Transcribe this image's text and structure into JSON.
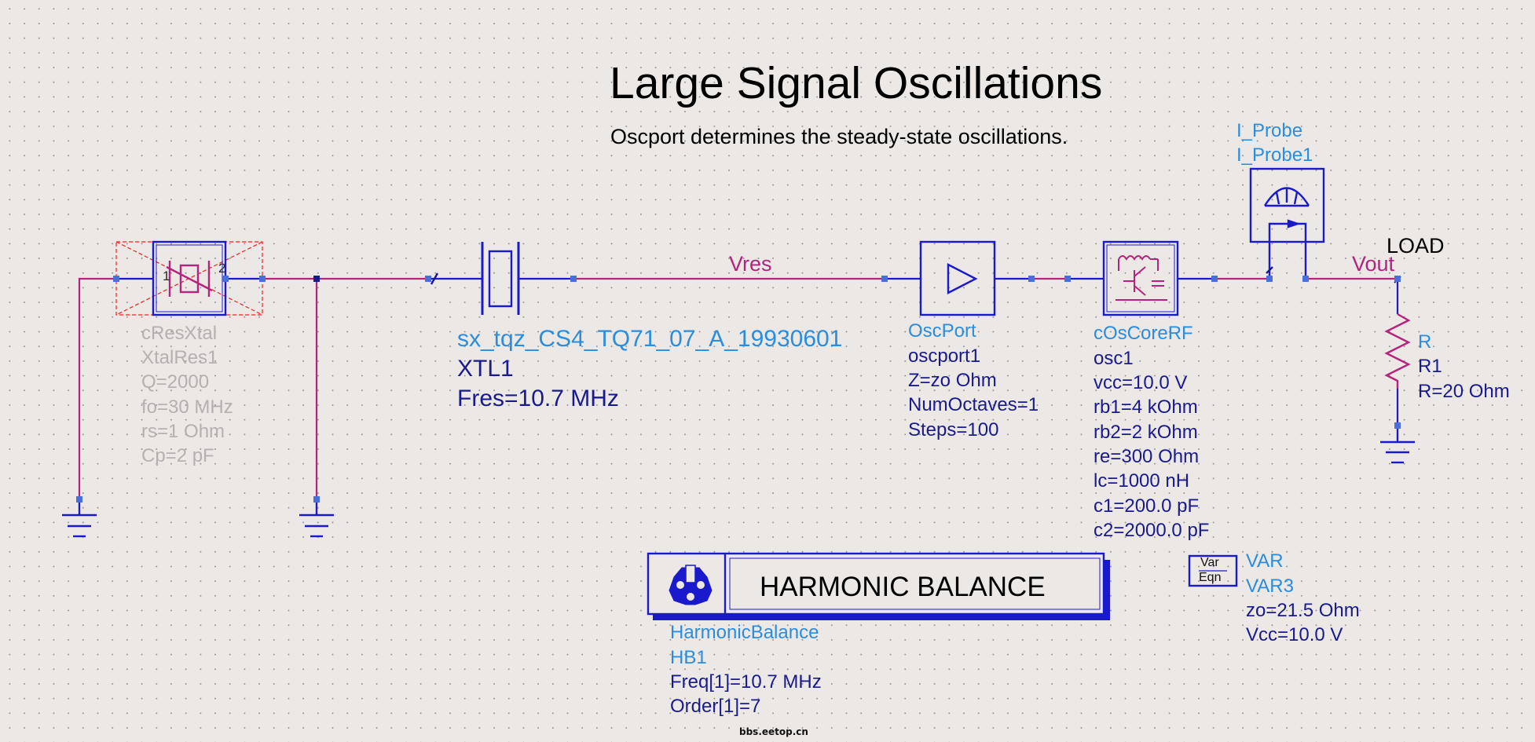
{
  "schematic": {
    "title": "Large Signal Oscillations",
    "subtitle": "Oscport determines the steady-state oscillations.",
    "nets": {
      "vres": "Vres",
      "vout": "Vout",
      "load": "LOAD"
    },
    "xtal_res": {
      "type": "cResXtal",
      "name": "XtalRes1",
      "state": "deactivated",
      "params": [
        "Q=2000",
        "fo=30 MHz",
        "rs=1 Ohm",
        "Cp=2 pF"
      ],
      "pins": [
        "1",
        "2"
      ]
    },
    "xtal": {
      "type": "sx_tqz_CS4_TQ71_07_A_19930601",
      "name": "XTL1",
      "params": [
        "Fres=10.7 MHz"
      ]
    },
    "oscport": {
      "type": "OscPort",
      "name": "oscport1",
      "params": [
        "Z=zo Ohm",
        "NumOctaves=1",
        "Steps=100"
      ]
    },
    "oscore": {
      "type": "cOsCoreRF",
      "name": "osc1",
      "params": [
        "vcc=10.0 V",
        "rb1=4 kOhm",
        "rb2=2 kOhm",
        "re=300 Ohm",
        "lc=1000 nH",
        "c1=200.0 pF",
        "c2=2000.0 pF"
      ]
    },
    "probe": {
      "type": "I_Probe",
      "name": "I_Probe1"
    },
    "resistor": {
      "type": "R",
      "name": "R1",
      "params": [
        "R=20 Ohm"
      ]
    },
    "var": {
      "type": "VAR",
      "name": "VAR3",
      "icon_top": "Var",
      "icon_bottom": "Eqn",
      "params": [
        "zo=21.5 Ohm",
        "Vcc=10.0 V"
      ]
    },
    "harmonic_balance": {
      "banner": "HARMONIC BALANCE",
      "type": "HarmonicBalance",
      "name": "HB1",
      "params": [
        "Freq[1]=10.7 MHz",
        "Order[1]=7"
      ]
    },
    "watermark": "bbs.eetop.cn"
  },
  "colors": {
    "wire": "#b3247c",
    "component": "#1a1acc",
    "pin": "#4a6fdd",
    "label_type": "#2a8ddd",
    "label_value": "#1a1a8c",
    "deactivated": "#b5b1b1",
    "deactivated_box": "#ee2222",
    "background": "#ece8e6"
  }
}
